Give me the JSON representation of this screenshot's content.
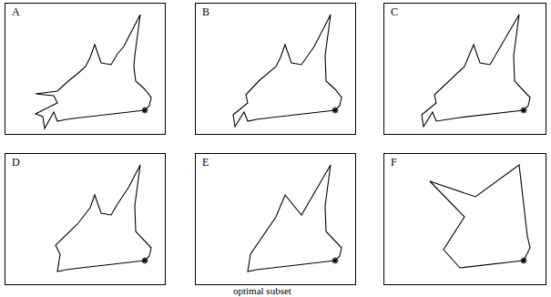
{
  "diagram": {
    "nodes": [
      {
        "text": [
          "A"
        ]
      },
      {
        "text": [
          "B"
        ]
      },
      {
        "text": [
          "C"
        ]
      },
      {
        "text": [
          "D"
        ]
      },
      {
        "text": [
          "E"
        ]
      },
      {
        "text": [
          "F"
        ]
      }
    ],
    "labels": [
      "optimal subset"
    ]
  }
}
